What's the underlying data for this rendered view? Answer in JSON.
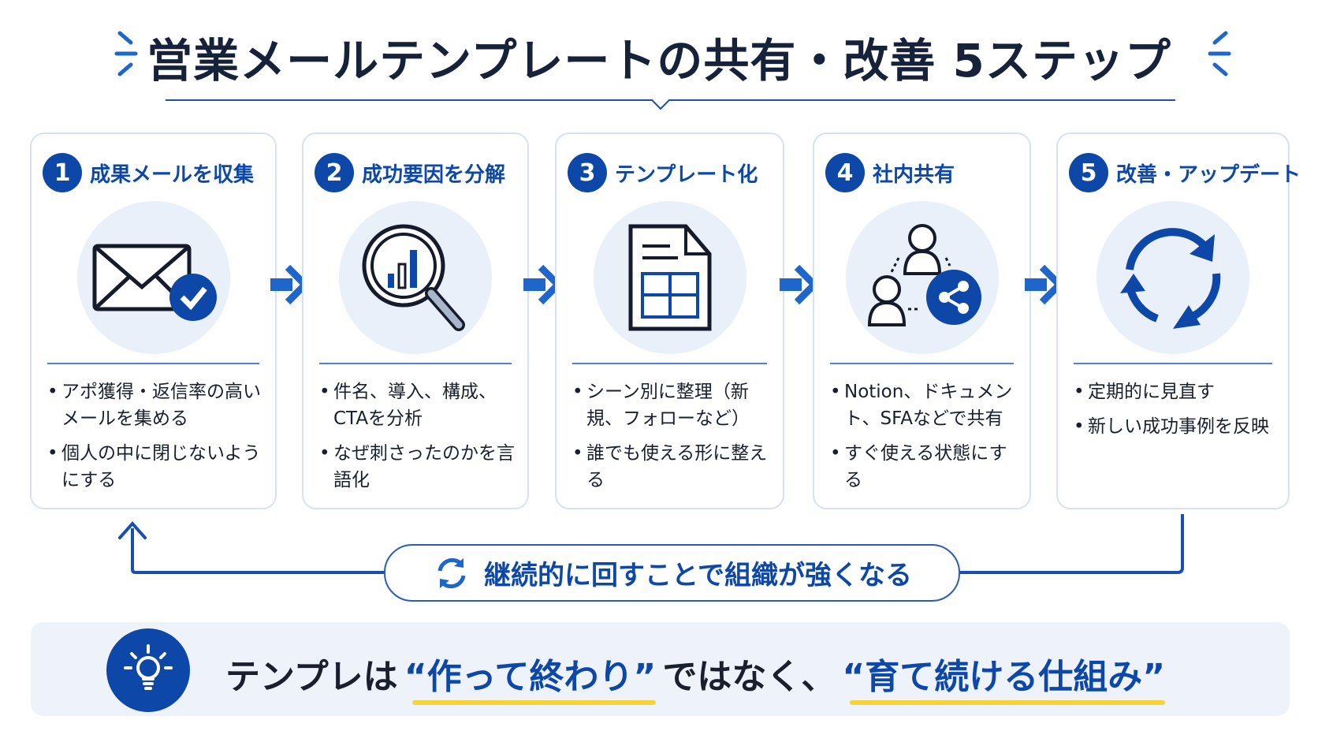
{
  "title": "営業メールテンプレートの共有・改善 5ステップ",
  "steps": [
    {
      "num": "1",
      "label": "成果メールを収集",
      "icon": "mail-check-icon",
      "bullets": [
        "アポ獲得・返信率の高いメールを集める",
        "個人の中に閉じないようにする"
      ]
    },
    {
      "num": "2",
      "label": "成功要因を分解",
      "icon": "magnifier-chart-icon",
      "bullets": [
        "件名、導入、構成、CTAを分析",
        "なぜ刺さったのかを言語化"
      ]
    },
    {
      "num": "3",
      "label": "テンプレート化",
      "icon": "document-table-icon",
      "bullets": [
        "シーン別に整理（新規、フォローなど）",
        "誰でも使える形に整える"
      ]
    },
    {
      "num": "4",
      "label": "社内共有",
      "icon": "people-share-icon",
      "bullets": [
        "Notion、ドキュメント、SFAなどで共有",
        "すぐ使える状態にする"
      ]
    },
    {
      "num": "5",
      "label": "改善・アップデート",
      "icon": "refresh-cycle-icon",
      "bullets": [
        "定期的に見直す",
        "新しい成功事例を反映"
      ]
    }
  ],
  "loop_label": "継続的に回すことで組織が強くなる",
  "message": {
    "pre": "テンプレは",
    "quote1": "“作って終わり”",
    "mid": "ではなく、",
    "quote2": "“育て続ける仕組み”"
  },
  "colors": {
    "primary": "#0d47a8",
    "accent": "#1f66cc",
    "highlight": "#f5d33a",
    "bg_light": "#eef3fb"
  }
}
